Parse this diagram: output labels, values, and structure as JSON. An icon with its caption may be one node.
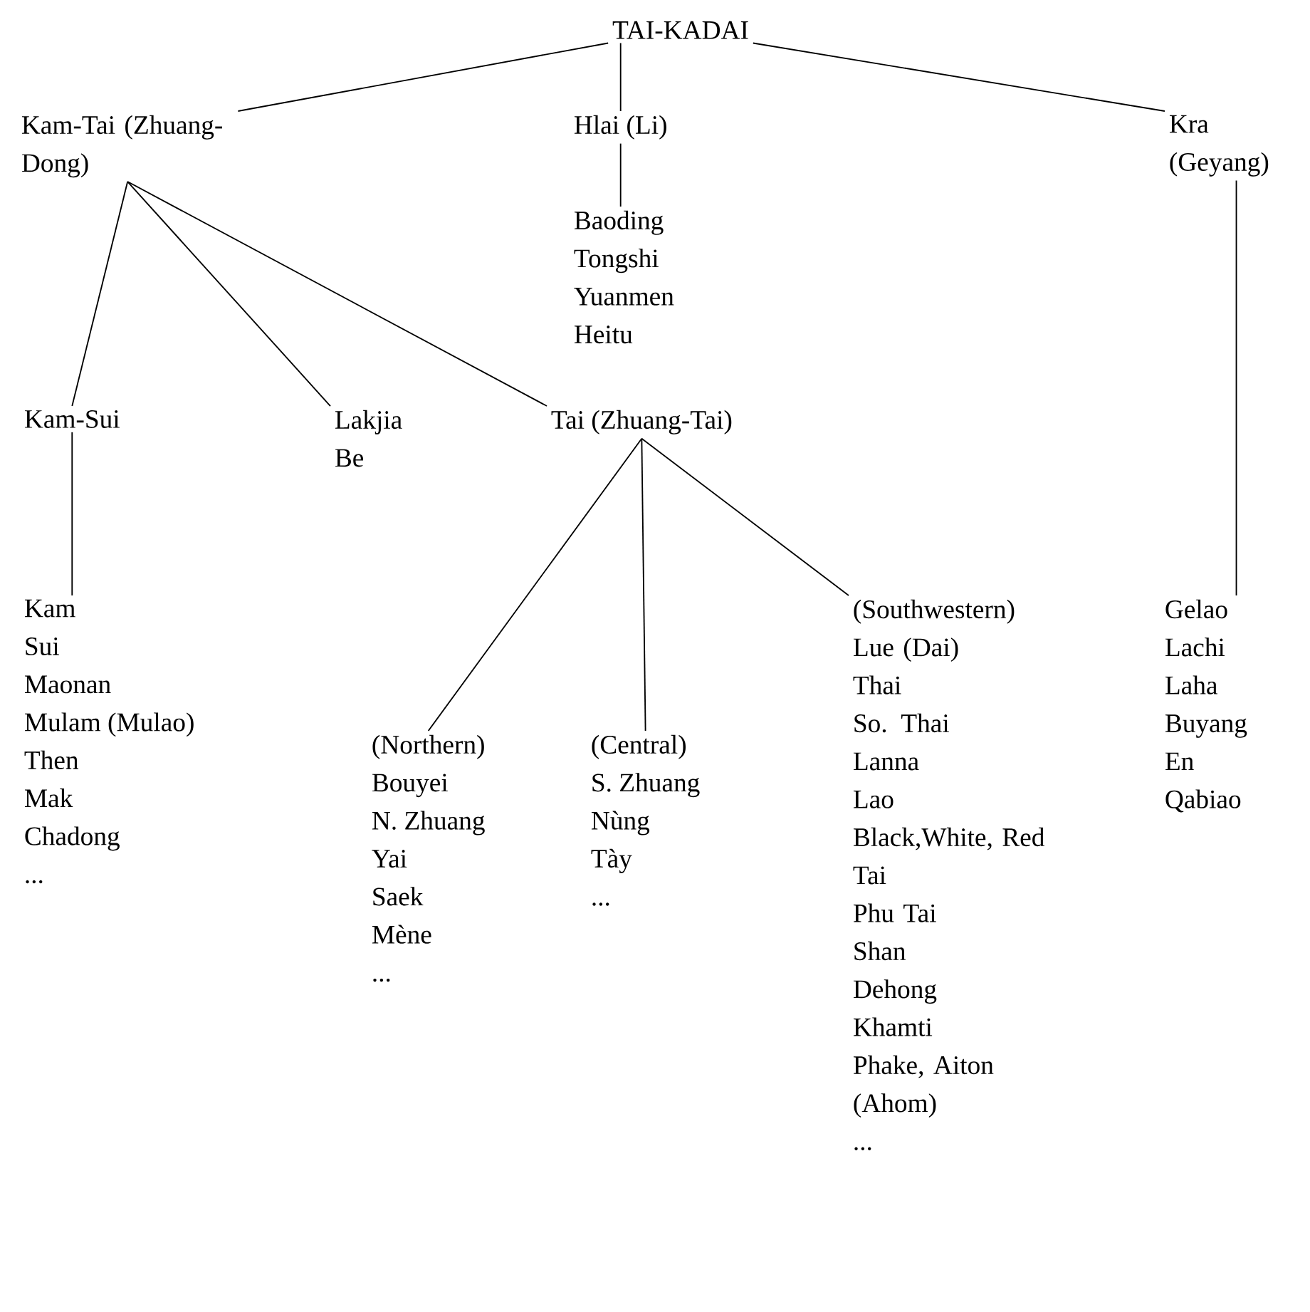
{
  "diagram": {
    "nodes": [
      {
        "text": [
          "TAI-KADAI"
        ]
      },
      {
        "text": [
          "Kam-Tai (Zhuang-Dong)"
        ]
      },
      {
        "text": [
          "Hlai (Li)"
        ]
      },
      {
        "text": [
          "Baoding",
          "Tongshi",
          "Yuanmen",
          "Heitu"
        ]
      },
      {
        "text": [
          "Kra (Geyang)"
        ]
      },
      {
        "text": [
          "Kam-Sui"
        ]
      },
      {
        "text": [
          "Lakjia",
          "Be"
        ]
      },
      {
        "text": [
          "Tai (Zhuang-Tai)"
        ]
      },
      {
        "text": [
          "Kam",
          "Sui",
          "Maonan",
          "Mulam (Mulao)",
          "Then",
          "Mak",
          "Chadong",
          "..."
        ]
      },
      {
        "text": [
          "(Northern)",
          "Bouyei",
          "N. Zhuang",
          "Yai",
          "Saek",
          "Mène",
          "..."
        ]
      },
      {
        "text": [
          "(Central)",
          "S. Zhuang",
          "Nùng",
          "Tày",
          "..."
        ]
      },
      {
        "text": [
          "(Southwestern)",
          "Lue (Dai)",
          "Thai",
          "So. Thai",
          "Lanna",
          "Lao",
          "Black,White, Red Tai",
          "Phu Tai",
          "Shan",
          "Dehong",
          "Khamti",
          "Phake, Aiton (Ahom)",
          "..."
        ]
      },
      {
        "text": [
          "Gelao",
          "Lachi",
          "Laha",
          "Buyang",
          "En",
          "Qabiao"
        ]
      }
    ],
    "edges": [
      {
        "from": 0,
        "to": 1,
        "arrow": "none"
      },
      {
        "from": 0,
        "to": 2,
        "arrow": "none"
      },
      {
        "from": 0,
        "to": 4,
        "arrow": "none"
      },
      {
        "from": 2,
        "to": 3,
        "arrow": "none"
      },
      {
        "from": 1,
        "to": 5,
        "arrow": "none"
      },
      {
        "from": 1,
        "to": 6,
        "arrow": "none"
      },
      {
        "from": 1,
        "to": 7,
        "arrow": "none"
      },
      {
        "from": 5,
        "to": 8,
        "arrow": "none"
      },
      {
        "from": 7,
        "to": 9,
        "arrow": "none"
      },
      {
        "from": 7,
        "to": 10,
        "arrow": "none"
      },
      {
        "from": 7,
        "to": 11,
        "arrow": "none"
      },
      {
        "from": 4,
        "to": 12,
        "arrow": "none"
      }
    ]
  }
}
